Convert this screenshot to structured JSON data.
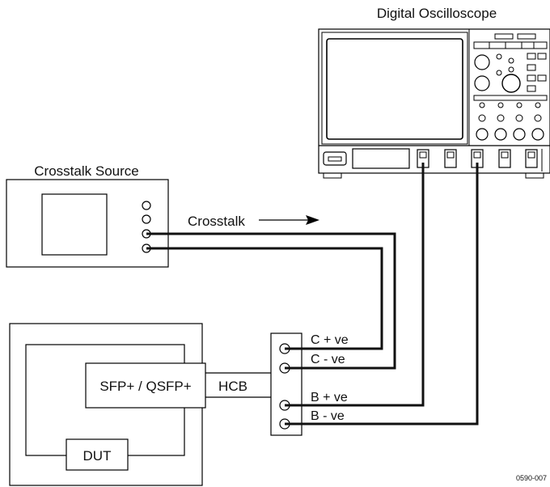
{
  "labels": {
    "oscilloscope": "Digital Oscilloscope",
    "crosstalk_source": "Crosstalk Source",
    "crosstalk_arrow": "Crosstalk",
    "sfp": "SFP+ / QSFP+",
    "hcb": "HCB",
    "dut": "DUT",
    "c_plus": "C + ve",
    "c_minus": "C - ve",
    "b_plus": "B + ve",
    "b_minus": "B - ve",
    "figure_id": "0590-007"
  },
  "icons": {
    "oscilloscope": "oscilloscope-icon",
    "crosstalk_source": "signal-generator-icon",
    "arrow": "arrow-right-icon"
  }
}
